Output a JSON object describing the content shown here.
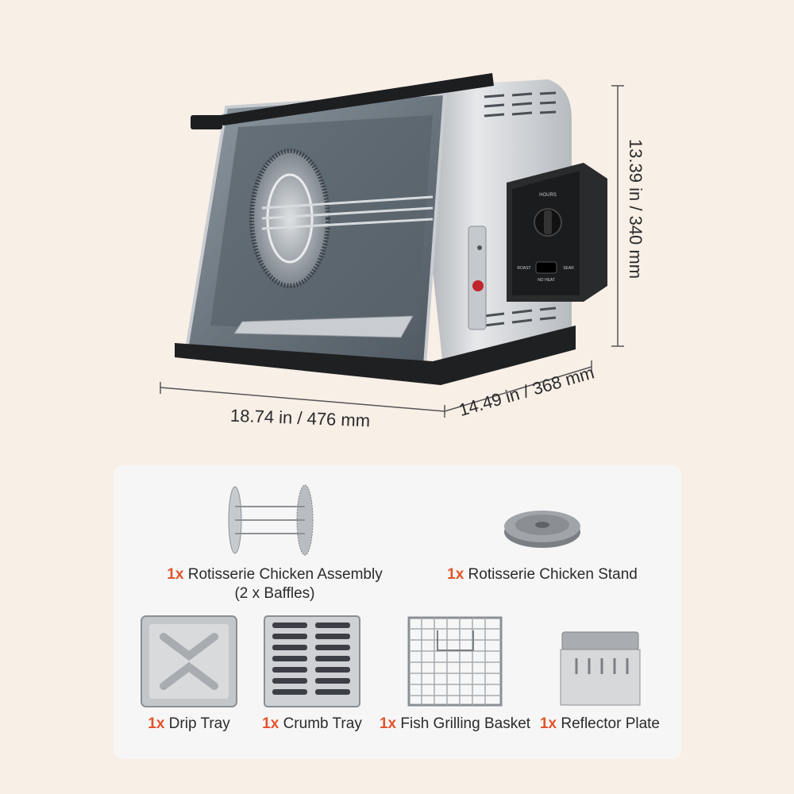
{
  "dimensions": {
    "width": "18.74 in / 476 mm",
    "depth": "14.49 in / 368 mm",
    "height": "13.39 in / 340 mm"
  },
  "oven_panel": {
    "dial_label": "HOURS",
    "switch_left": "ROAST",
    "switch_right": "SEAR",
    "switch_bottom": "NO HEAT"
  },
  "accessories": [
    {
      "qty": "1x",
      "name": "Rotisserie Chicken Assembly",
      "note": "(2 x Baffles)"
    },
    {
      "qty": "1x",
      "name": "Rotisserie Chicken Stand"
    },
    {
      "qty": "1x",
      "name": "Drip Tray"
    },
    {
      "qty": "1x",
      "name": "Crumb Tray"
    },
    {
      "qty": "1x",
      "name": "Fish Grilling Basket"
    },
    {
      "qty": "1x",
      "name": "Reflector Plate"
    }
  ]
}
